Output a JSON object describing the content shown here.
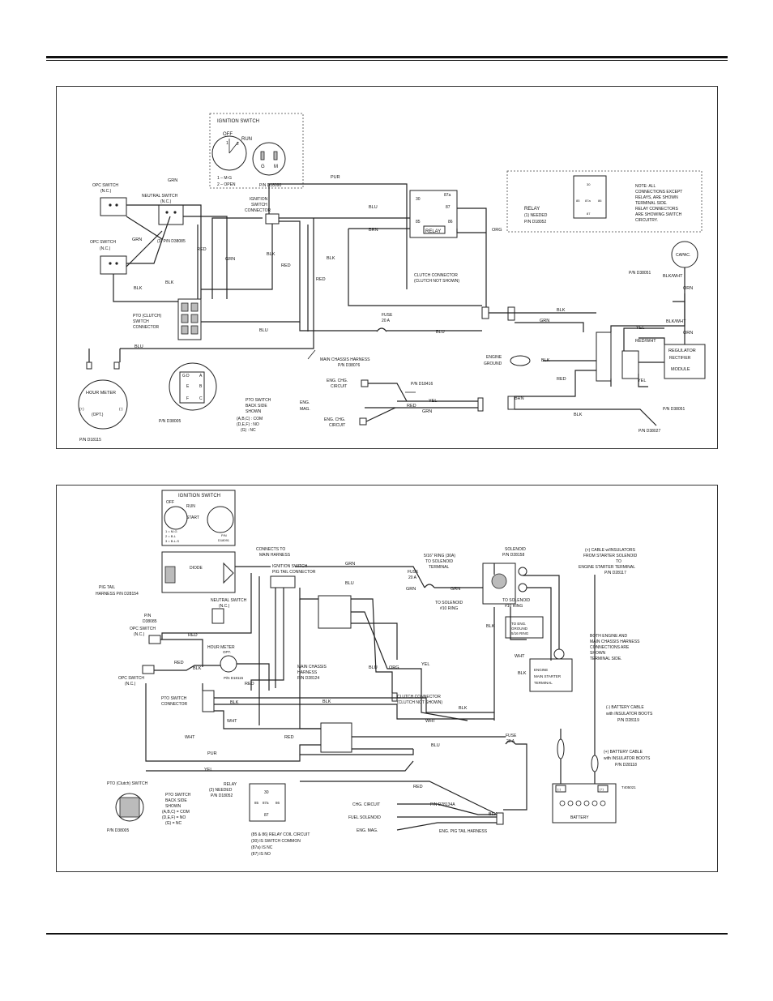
{
  "top": {
    "ignition": {
      "title": "IGNITION SWITCH",
      "off": "OFF",
      "run": "RUN",
      "pos1": "1",
      "pos2": "2",
      "g": "G",
      "m": "M",
      "legend1": "1 – M-G",
      "legend2": "2 – OPEN",
      "pn": "P/N D18090"
    },
    "opc1": {
      "line1": "OPC SWITCH",
      "line2": "(N.C.)"
    },
    "opc2": {
      "line1": "OPC SWITCH",
      "line2": "(N.C.)"
    },
    "neutral": {
      "line1": "NEUTRAL SWITCH",
      "line2": "(N.C.)",
      "pn": "(3) P/N D38085"
    },
    "ign_conn": {
      "line1": "IGNITION",
      "line2": "SWITCH",
      "line3": "CONNECTOR"
    },
    "relay_main": {
      "t30": "30",
      "t87a": "87a",
      "t85": "85",
      "t87": "87",
      "t86": "86",
      "label": "RELAY"
    },
    "relay_note": {
      "line1": "RELAY",
      "line2": "(1) NEEDED",
      "line3": "P/N D18052",
      "t30": "30",
      "t85": "85",
      "t87a": "87a",
      "t86": "86",
      "t87": "87"
    },
    "note": {
      "l1": "NOTE: ALL",
      "l2": "CONNECTIONS EXCEPT",
      "l3": "RELAYS, ARE SHOWN",
      "l4": "TERMINAL SIDE.",
      "l5": "RELAY CONNECTORS",
      "l6": "ARE SHOWING SWITCH",
      "l7": "CIRCUITRY."
    },
    "clutch": {
      "line1": "CLUTCH CONNECTOR",
      "line2": "(CLUTCH NOT SHOWN)"
    },
    "capac": {
      "label": "CAPAC.",
      "pn": "P/N D38051"
    },
    "pto_conn": {
      "line1": "PTO (CLUTCH)",
      "line2": "SWITCH",
      "line3": "CONNECTOR"
    },
    "fuse": {
      "label": "FUSE",
      "amp": "20 A"
    },
    "harness": {
      "label": "MAIN CHASSIS HARNESS",
      "pn": "P/N D38076"
    },
    "engine_ground": {
      "line1": "ENGINE",
      "line2": "GROUND"
    },
    "regulator": {
      "l1": "REGULATOR",
      "l2": "RECTIFIER",
      "l3": "MODULE",
      "pn": "P/N D38051"
    },
    "hour": {
      "label": "HOUR METER",
      "opt": "(OPT.)",
      "pn": "P/N D18115",
      "plus": "(+)",
      "minus": "(-)"
    },
    "pto_switch": {
      "pn": "P/N D38005",
      "l1": "PTO SWITCH",
      "l2": "BACK SIDE",
      "l3": "SHOWN",
      "l4": "(A,B,C) : COM",
      "l5": "(D,E,F) : NO",
      "l6": "(G) : NC",
      "a": "A",
      "b": "B",
      "c": "C",
      "d": "D",
      "e": "E",
      "f": "F",
      "g": "G"
    },
    "eng": {
      "chg1": "ENG. CHG.",
      "circ1": "CIRCUIT",
      "mag1": "ENG.",
      "mag2": "MAG.",
      "chg2": "ENG. CHG.",
      "circ2": "CIRCUIT",
      "pn": "P/N D18416"
    },
    "pn_bottom": "P/N D38027",
    "wires": {
      "grn1": "GRN",
      "grn2": "GRN",
      "grn3": "GRN",
      "grn4": "GRN",
      "grn5": "GRN",
      "pur": "PUR",
      "blu1": "BLU",
      "blu2": "BLU",
      "blu3": "BLU",
      "blu4": "BLU",
      "brn1": "BRN",
      "brn2": "BRN",
      "red1": "RED",
      "red2": "RED",
      "red3": "RED",
      "red4": "RED",
      "red5": "RED",
      "blk1": "BLK",
      "blk2": "BLK",
      "blk3": "BLK",
      "blk4": "BLK",
      "blk5": "BLK",
      "blk6": "BLK",
      "blk7": "BLK",
      "org": "ORG",
      "yel1": "YEL",
      "yel2": "YEL",
      "yel3": "YEL",
      "orn1": "ORN",
      "orn2": "ORN",
      "blkwht1": "BLK/WHT",
      "blkwht2": "BLK/WHT",
      "redwht": "RED/WHT"
    }
  },
  "bottom": {
    "ignition": {
      "title": "IGNITION SWITCH",
      "off": "OFF",
      "run": "RUN",
      "start": "START",
      "l1": "1 = M-G",
      "l2": "2 = B-L",
      "l3": "3 = B-L-S",
      "pn1": "P/N",
      "pn2": "D18091"
    },
    "connects": {
      "l1": "CONNECTS TO",
      "l2": "MAIN HARNESS"
    },
    "pigtail": {
      "l1": "IGNITION SWITCH",
      "l2": "PIG TAIL CONNECTOR"
    },
    "diode": "DIODE",
    "pig_harness": {
      "l1": "PIG TAIL",
      "l2": "HARNESS P/N D28154"
    },
    "neutral": {
      "l1": "NEUTRAL SWITCH",
      "l2": "(N.C.)"
    },
    "pn_d38085": {
      "l1": "P/N",
      "l2": "D38085"
    },
    "opc1": {
      "l1": "OPC SWITCH",
      "l2": "(N.C.)"
    },
    "opc2": {
      "l1": "OPC SWITCH",
      "l2": "(N.C.)"
    },
    "hour": {
      "l1": "HOUR METER",
      "l2": "OPT.",
      "pn": "P/N D18115"
    },
    "pto_conn": {
      "l1": "PTO SWITCH",
      "l2": "CONNECTOR"
    },
    "main_harness": {
      "l1": "MAIN CHASSIS",
      "l2": "HARNESS",
      "l3": "P/N D28124"
    },
    "clutch": {
      "l1": "CLUTCH CONNECTOR",
      "l2": "(CLUTCH NOT SHOWN)"
    },
    "fuse1": {
      "l1": "FUSE",
      "l2": "20 A"
    },
    "fuse2": {
      "l1": "FUSE",
      "l2": "20 A"
    },
    "ring": {
      "l1": "5/16\" RING (30A)",
      "l2": "TO SOLENOID",
      "l3": "TERMINAL"
    },
    "solenoid": {
      "l1": "SOLENOID",
      "l2": "P/N D28158"
    },
    "to_sol1": {
      "l1": "TO SOLENOID",
      "l2": "#10 RING"
    },
    "to_sol2": {
      "l1": "TO SOLENOID",
      "l2": "#10 RING"
    },
    "cable1": {
      "l1": "(+) CABLE w/INSULATORS",
      "l2": "FROM STARTER SOLENOID",
      "l3": "TO",
      "l4": "ENGINE STARTER TERMINAL",
      "l5": "P/N D28117"
    },
    "toeng": {
      "l1": "TO ENG.",
      "l2": "GROUND",
      "l3": "5/16 RING"
    },
    "both": {
      "l1": "BOTH ENGINE AND",
      "l2": "MAIN CHASSIS HARNESS",
      "l3": "CONNECTIONS ARE",
      "l4": "SHOWN",
      "l5": "TERMINAL SIDE."
    },
    "starter": {
      "l1": "ENGINE",
      "l2": "MAIN STARTER",
      "l3": "TERMINAL"
    },
    "neg_cable": {
      "l1": "(-) BATTERY CABLE",
      "l2": "with INSULATOR BOOTS",
      "l3": "P/N D28119"
    },
    "pos_cable": {
      "l1": "(+) BATTERY CABLE",
      "l2": "with INSULATOR BOOTS",
      "l3": "P/N D28118"
    },
    "battery": {
      "label": "BATTERY",
      "pn": "T405021",
      "neg": "(-)",
      "pos": "(+)"
    },
    "pto_switch": {
      "title": "PTO (Clutch) SWITCH",
      "pn": "P/N D38005",
      "l1": "PTO SWITCH",
      "l2": "BACK SIDE",
      "l3": "SHOWN",
      "l4": "(A,B,C) = COM",
      "l5": "(D,E,F) = NO",
      "l6": "(G) = NC"
    },
    "relay": {
      "l1": "RELAY",
      "l2": "(2) NEEDED",
      "l3": "P/N D18052",
      "t30": "30",
      "t87": "87",
      "t87a": "87a",
      "t85": "85",
      "t86": "86"
    },
    "relay_notes": {
      "l1": "(85 & 86) RELAY COIL CIRCUIT",
      "l2": "(30) IS SWITCH COMMON",
      "l3": "(87a) IS NC",
      "l4": "(87) IS NO"
    },
    "eng_pig": {
      "chg": "CHG. CIRCUIT",
      "fuel": "FUEL SOLENOID",
      "mag": "ENG. MAG.",
      "pn": "P/N D28134A",
      "label": "ENG. PIG TAIL HARNESS"
    },
    "wires": {
      "grn1": "GRN",
      "grn2": "GRN",
      "grn3": "GRN",
      "blu1": "BLU",
      "blu2": "BLU",
      "blu3": "BLU",
      "red1": "RED",
      "red2": "RED",
      "red3": "RED",
      "red4": "RED",
      "red5": "RED",
      "blk1": "BLK",
      "blk2": "BLK",
      "blk3": "BLK",
      "blk4": "BLK",
      "blk5": "BLK",
      "blk6": "BLK",
      "blk7": "BLK",
      "org": "ORG",
      "yel1": "YEL",
      "yel2": "YEL",
      "pur": "PUR",
      "wht1": "WHT",
      "wht2": "WHT",
      "wht3": "WHT",
      "wht4": "WHT"
    }
  }
}
